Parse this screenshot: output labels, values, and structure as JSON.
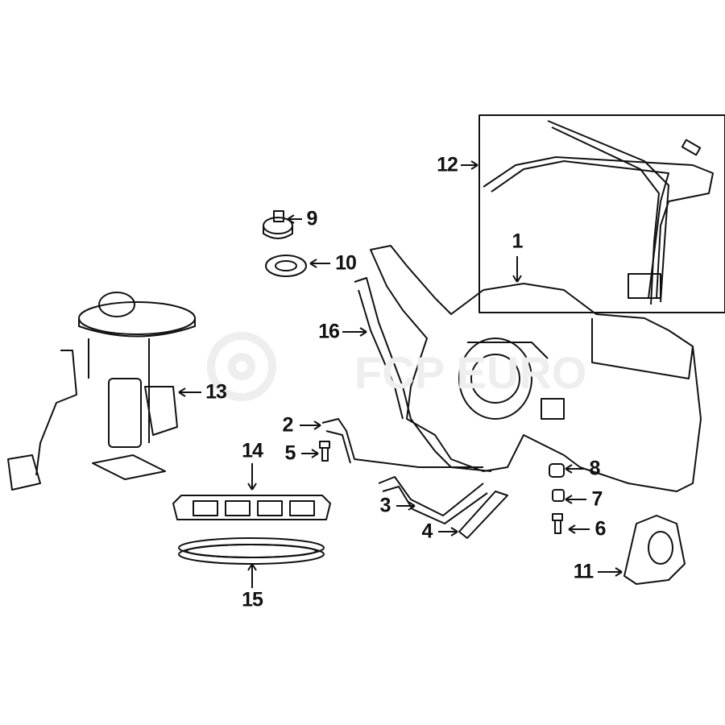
{
  "diagram": {
    "watermark": "FCP EURO",
    "callouts": [
      "1",
      "2",
      "3",
      "4",
      "5",
      "6",
      "7",
      "8",
      "9",
      "10",
      "11",
      "12",
      "13",
      "14",
      "15",
      "16"
    ],
    "colors": {
      "line": "#111111",
      "watermark": "#eeeeee",
      "background": "#ffffff"
    }
  }
}
